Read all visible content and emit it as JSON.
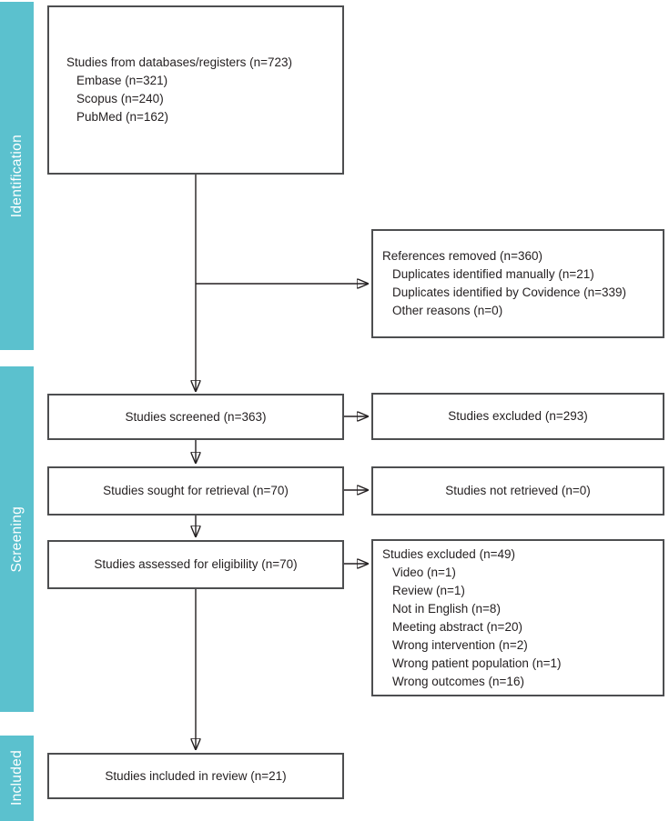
{
  "figure": {
    "type": "prisma-flow-diagram",
    "accent_color": "#5bc1ce",
    "box_border_color": "#4d4e50",
    "arrow_color": "#231f20"
  },
  "sidebar": {
    "identification": "Identification",
    "screening": "Screening",
    "included": "Included"
  },
  "boxes": {
    "databases": {
      "title": "Studies from databases/registers (n=723)",
      "items": [
        "Embase (n=321)",
        "Scopus (n=240)",
        "PubMed (n=162)"
      ]
    },
    "references_removed": {
      "title": "References removed (n=360)",
      "items": [
        "Duplicates identified manually (n=21)",
        "Duplicates identified by Covidence (n=339)",
        "Other reasons (n=0)"
      ]
    },
    "screened": {
      "title": "Studies screened (n=363)"
    },
    "excluded_screening": {
      "title": "Studies excluded (n=293)"
    },
    "sought": {
      "title": "Studies sought for retrieval (n=70)"
    },
    "not_retrieved": {
      "title": "Studies not retrieved (n=0)"
    },
    "eligibility": {
      "title": "Studies assessed for eligibility (n=70)"
    },
    "excluded_eligibility": {
      "title": "Studies excluded (n=49)",
      "items": [
        "Video (n=1)",
        "Review (n=1)",
        "Not in English (n=8)",
        "Meeting abstract (n=20)",
        "Wrong intervention (n=2)",
        "Wrong patient population (n=1)",
        "Wrong outcomes (n=16)"
      ]
    },
    "included": {
      "title": "Studies included in review (n=21)"
    }
  }
}
